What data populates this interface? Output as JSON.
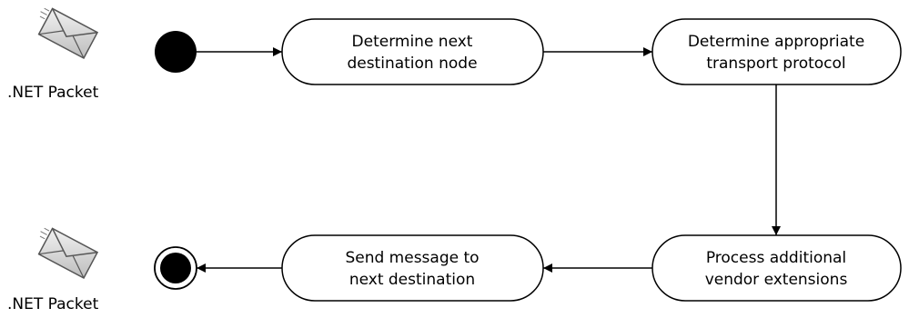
{
  "diagram": {
    "packet_in": {
      "label": ".NET Packet"
    },
    "packet_out": {
      "label": ".NET Packet"
    },
    "nodes": {
      "determine_next": {
        "line1": "Determine next",
        "line2": "destination node"
      },
      "determine_protocol": {
        "line1": "Determine appropriate",
        "line2": "transport protocol"
      },
      "process_extensions": {
        "line1": "Process additional",
        "line2": "vendor extensions"
      },
      "send_message": {
        "line1": "Send message to",
        "line2": "next destination"
      }
    }
  }
}
